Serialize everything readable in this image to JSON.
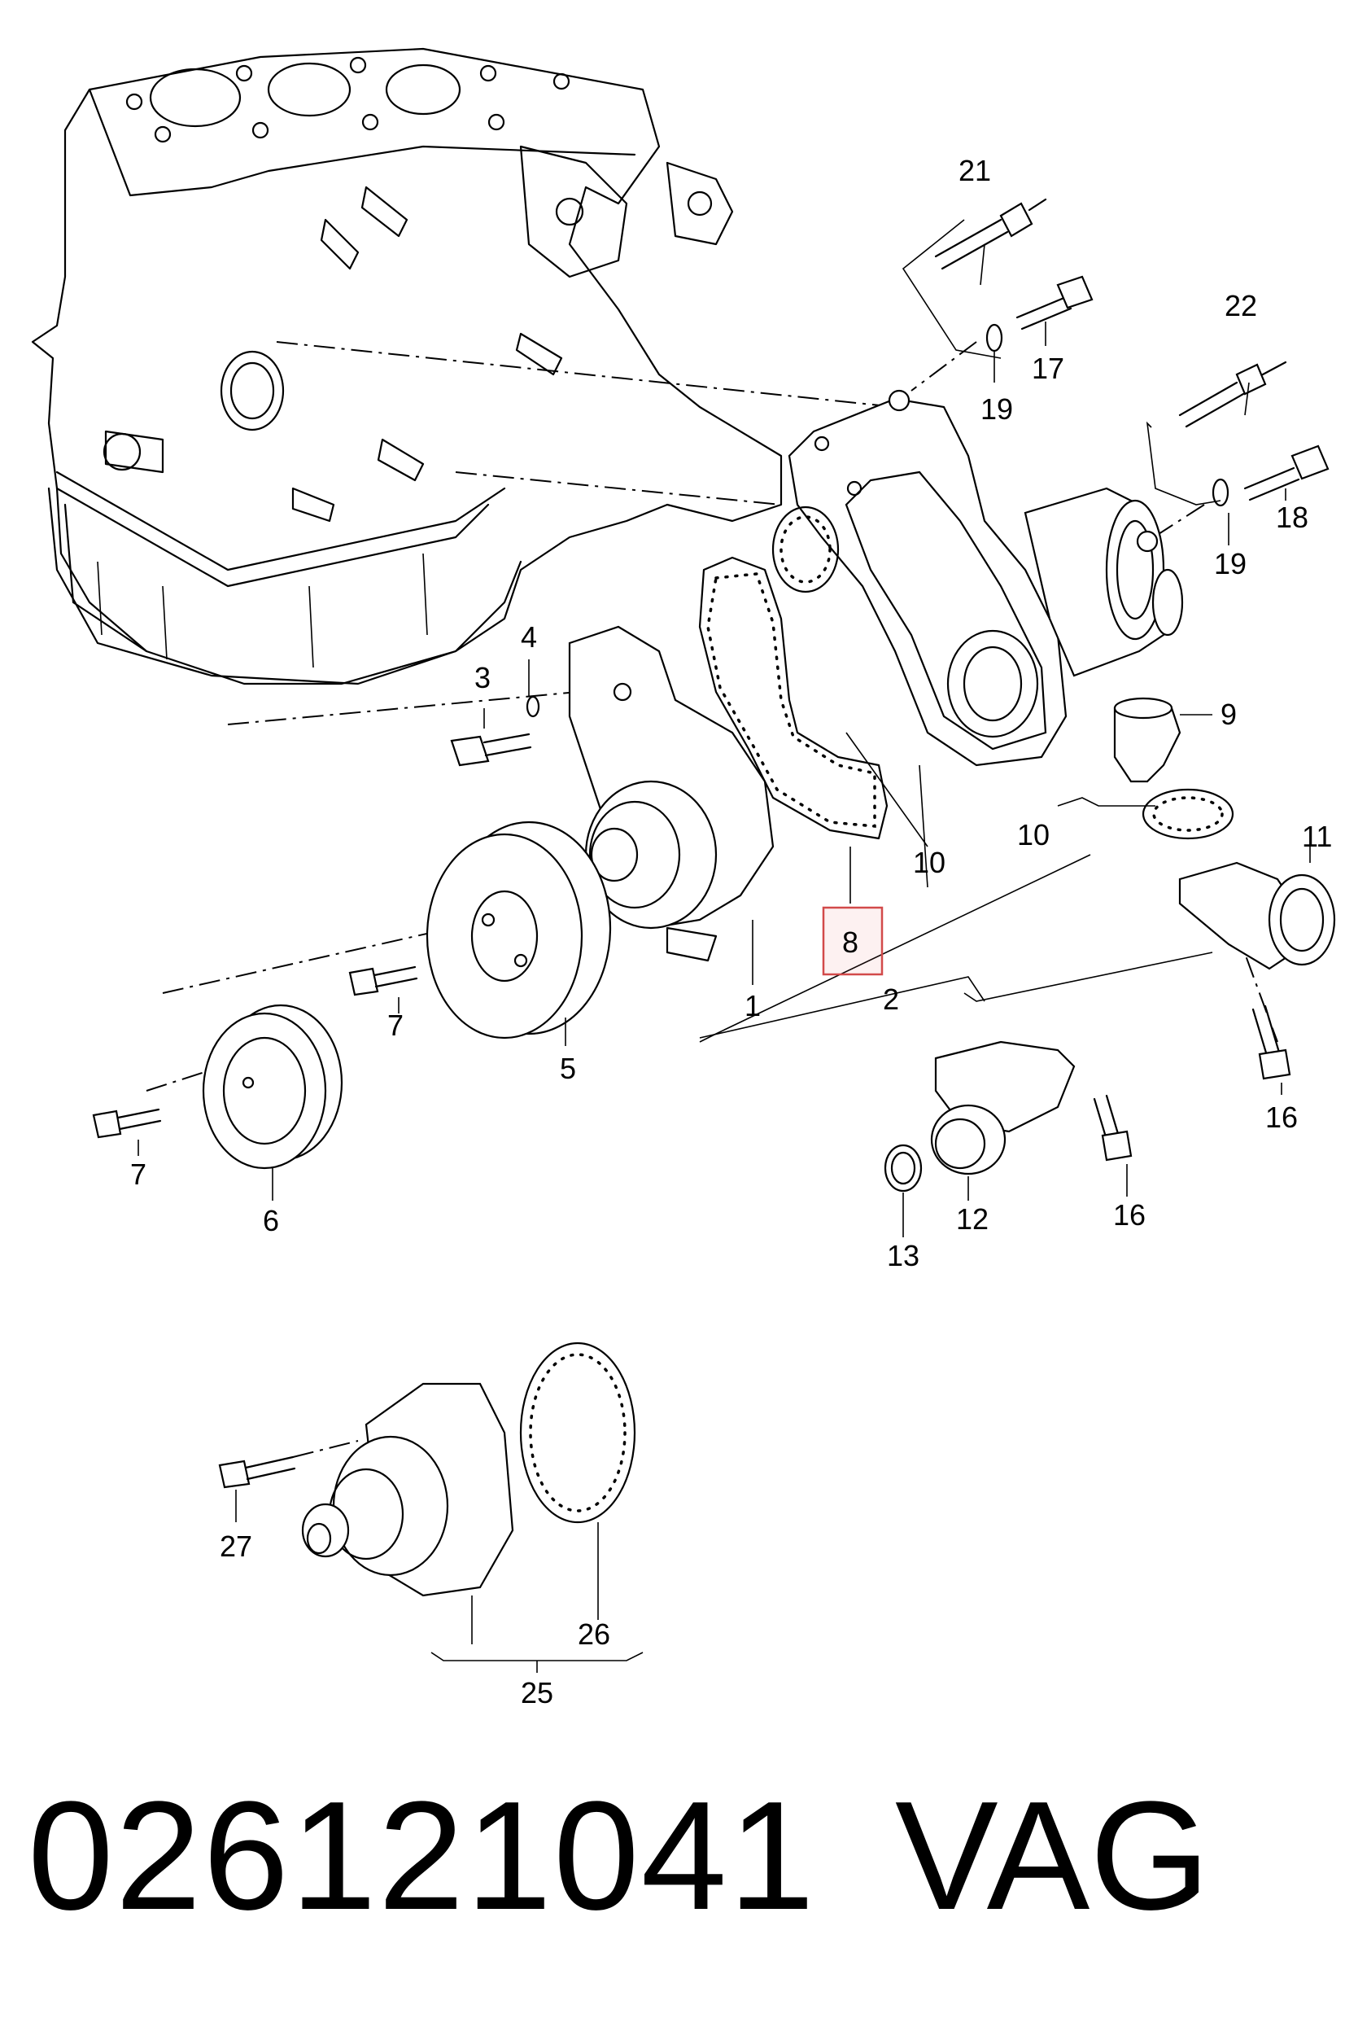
{
  "callouts": {
    "c1": "1",
    "c2": "2",
    "c3": "3",
    "c4": "4",
    "c5": "5",
    "c6": "6",
    "c7a": "7",
    "c7b": "7",
    "c8": "8",
    "c9": "9",
    "c10a": "10",
    "c10b": "10",
    "c11": "11",
    "c12": "12",
    "c13": "13",
    "c16a": "16",
    "c16b": "16",
    "c17": "17",
    "c18": "18",
    "c19a": "19",
    "c19b": "19",
    "c21": "21",
    "c22": "22",
    "c25": "25",
    "c26": "26",
    "c27": "27"
  },
  "highlighted_callout": "8",
  "highlight_color": "#d24a4a",
  "footer": {
    "part_number": "026121041",
    "brand": "VAG"
  }
}
